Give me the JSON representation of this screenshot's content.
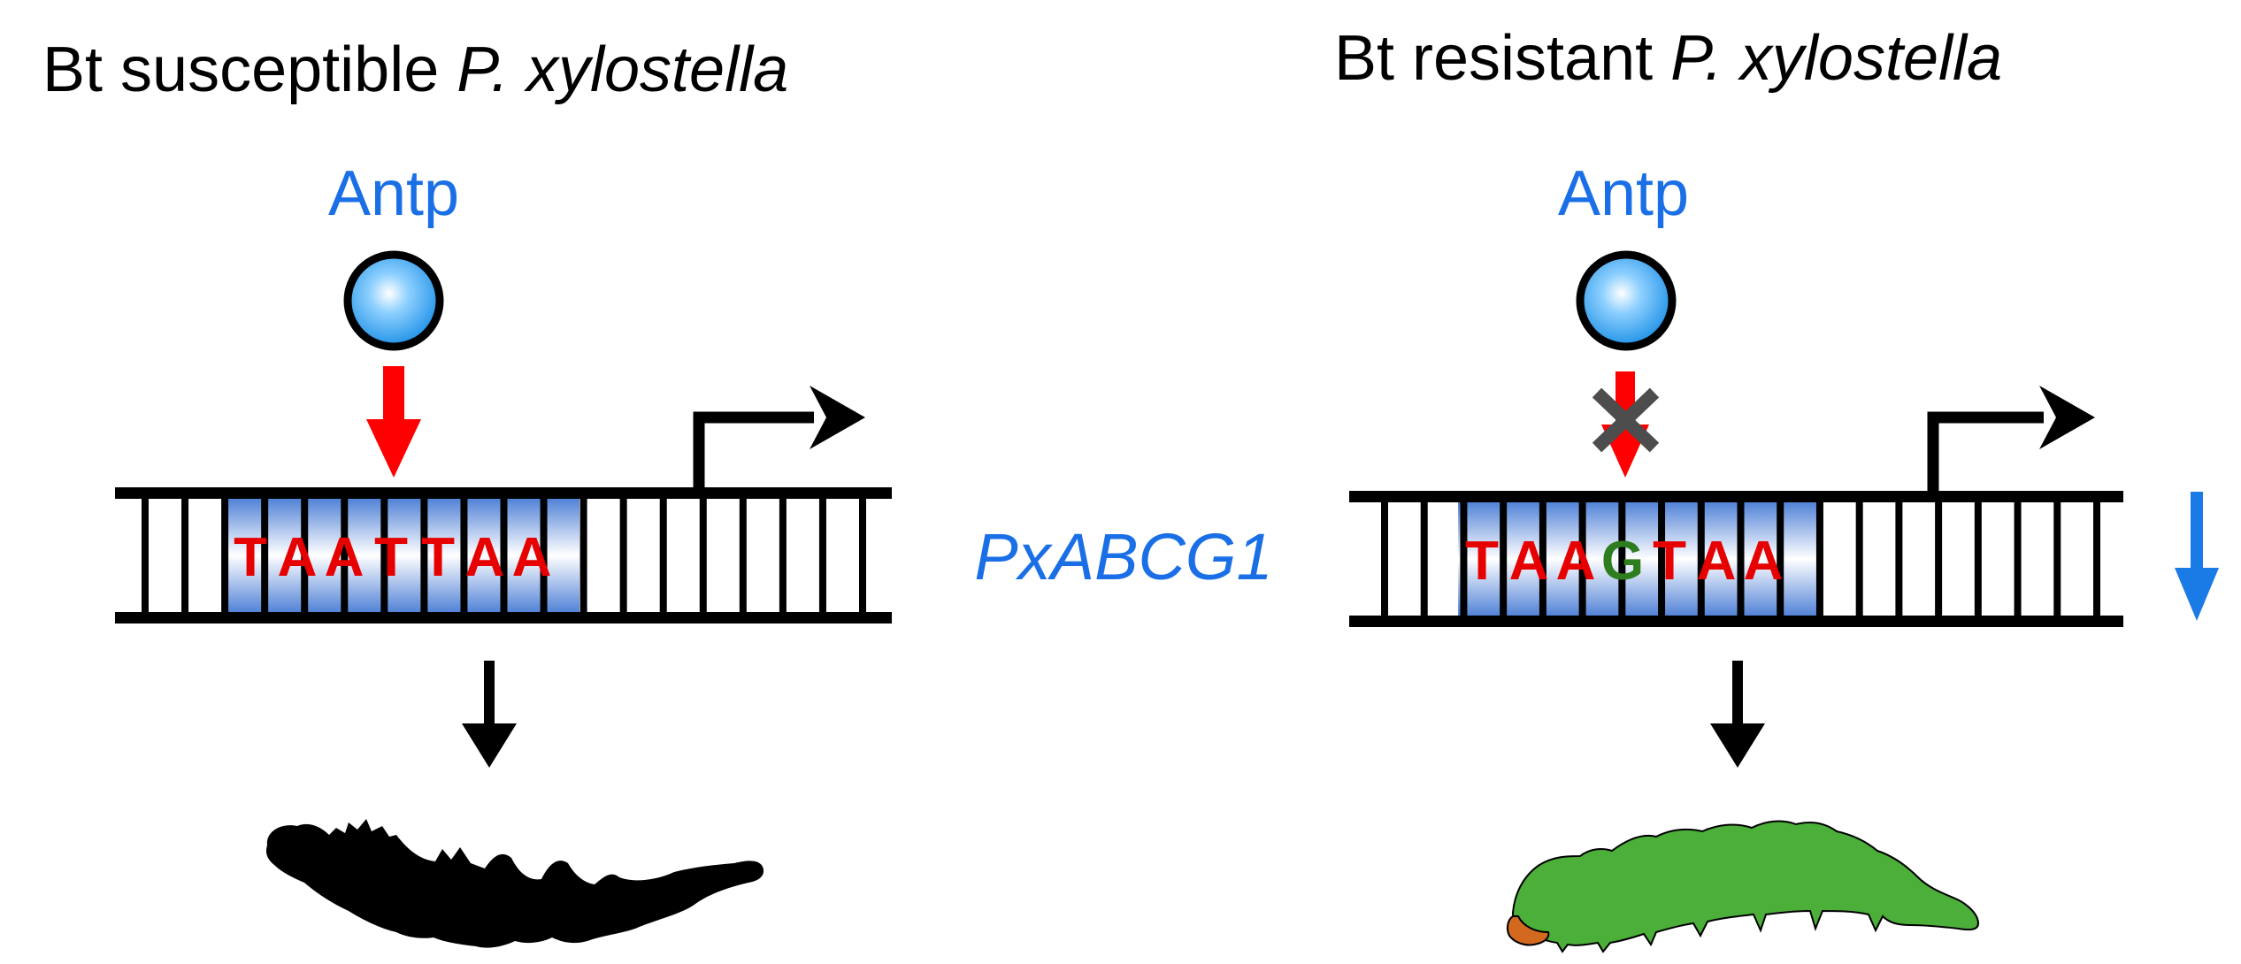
{
  "panels": {
    "left": {
      "title_prefix": "Bt susceptible ",
      "title_species": "P. xylostella",
      "factor": "Antp",
      "bases": [
        "T",
        "A",
        "A",
        "T",
        "T",
        "A",
        "A"
      ]
    },
    "right": {
      "title_prefix": "Bt resistant ",
      "title_species": "P. xylostella",
      "factor": "Antp",
      "bases": [
        "T",
        "A",
        "A",
        "G",
        "T",
        "A",
        "A"
      ],
      "mutated_index": 3
    }
  },
  "gene_label": "PxABCG1",
  "colors": {
    "factor_blue": "#1a6fe6",
    "base_red": "#e60000",
    "base_mutant_green": "#2e7d1f",
    "binding_arrow_red": "#ff0000",
    "block_x_gray": "#4d4d4d",
    "down_arrow_blue": "#1a7ae6",
    "larva_healthy_green": "#4caf3a",
    "larva_head_orange": "#d2691e",
    "larva_dead_black": "#000000"
  },
  "icons": {
    "factor": "sphere-icon",
    "block": "x-mark-icon",
    "promoter": "bent-arrow-icon",
    "downregulation": "down-arrow-icon"
  }
}
